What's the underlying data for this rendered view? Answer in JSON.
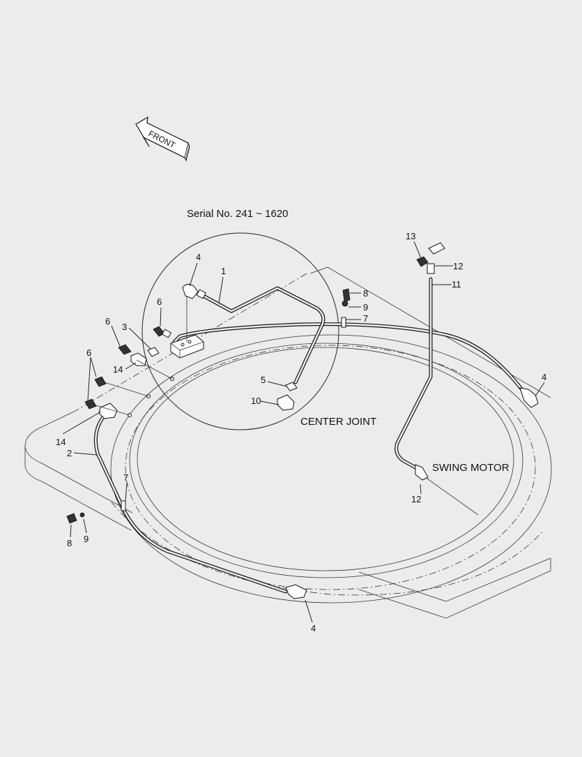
{
  "diagram": {
    "front_arrow_text": "FRONT",
    "serial_caption": "Serial No. 241 ~ 1620",
    "center_joint_caption": "CENTER JOINT",
    "swing_motor_caption": "SWING MOTOR",
    "callouts": {
      "c1": "1",
      "c2": "2",
      "c3": "3",
      "c4a": "4",
      "c4b": "4",
      "c4c": "4",
      "c5": "5",
      "c6a": "6",
      "c6b": "6",
      "c6c": "6",
      "c7a": "7",
      "c7b": "7",
      "c8a": "8",
      "c8b": "8",
      "c9a": "9",
      "c9b": "9",
      "c10": "10",
      "c11": "11",
      "c12a": "12",
      "c12b": "12",
      "c13": "13",
      "c14a": "14",
      "c14b": "14"
    }
  }
}
